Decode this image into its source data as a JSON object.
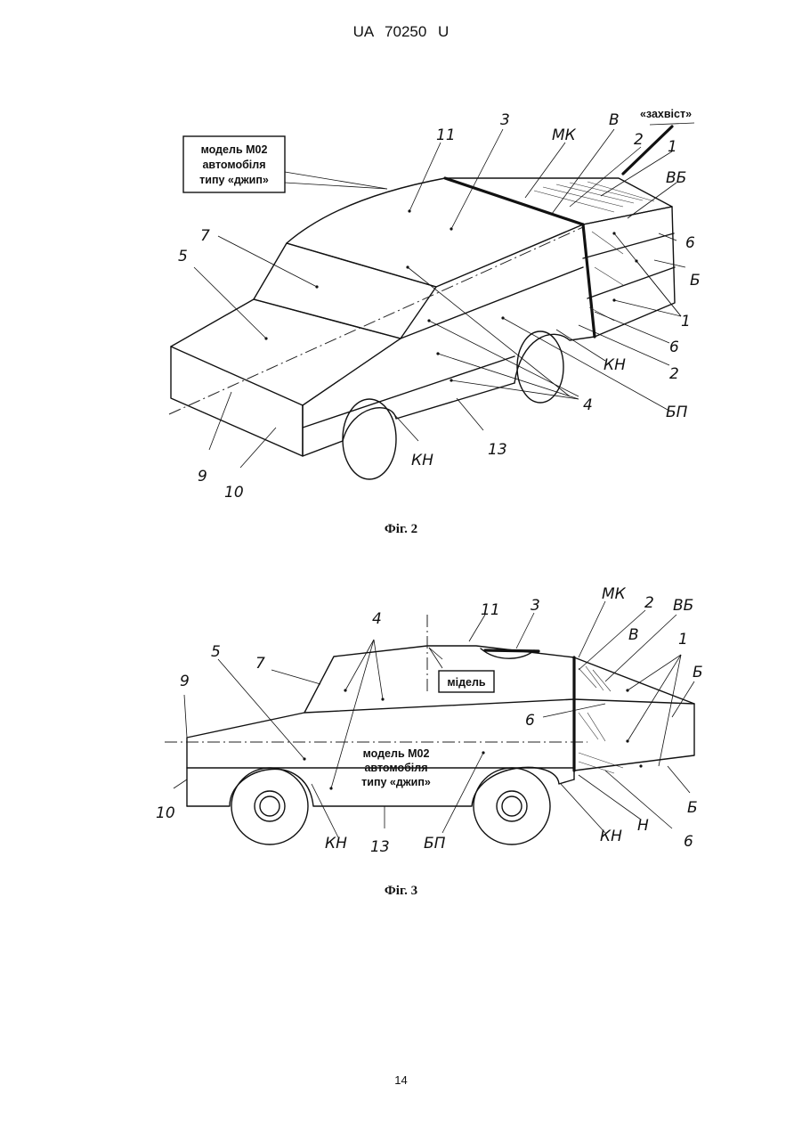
{
  "header": {
    "text": "UA   70250   U"
  },
  "page_number": "14",
  "figure2": {
    "caption": "Фіг. 2",
    "callout_box": [
      "модель М02",
      "автомобіля",
      "типу «джип»"
    ],
    "tag_box": "«захвіст»",
    "labels": {
      "l11": "11",
      "l3": "3",
      "lMK": "МК",
      "lB": "В",
      "l2a": "2",
      "l1a": "1",
      "lVB": "ВБ",
      "l6a": "6",
      "lBa": "Б",
      "l1b": "1",
      "l6b": "6",
      "lKH1": "КН",
      "l2b": "2",
      "lBP": "БП",
      "l4": "4",
      "l7": "7",
      "l5": "5",
      "l9": "9",
      "l10": "10",
      "lKH2": "КН",
      "l13": "13"
    }
  },
  "figure3": {
    "caption": "Фіг. 3",
    "center_text": [
      "модель М02",
      "автомобіля",
      "типу «джип»"
    ],
    "midel_box": "мідель",
    "labels": {
      "l11": "11",
      "l3": "3",
      "lMK": "МК",
      "l2": "2",
      "lVB": "ВБ",
      "lB": "В",
      "l1": "1",
      "lBa": "Б",
      "l6a": "6",
      "lBb": "Б",
      "lH": "Н",
      "l6b": "6",
      "lKH1": "КН",
      "lKH2": "КН",
      "lBP": "БП",
      "l13": "13",
      "l4": "4",
      "l5": "5",
      "l7": "7",
      "l9": "9",
      "l10": "10"
    }
  }
}
